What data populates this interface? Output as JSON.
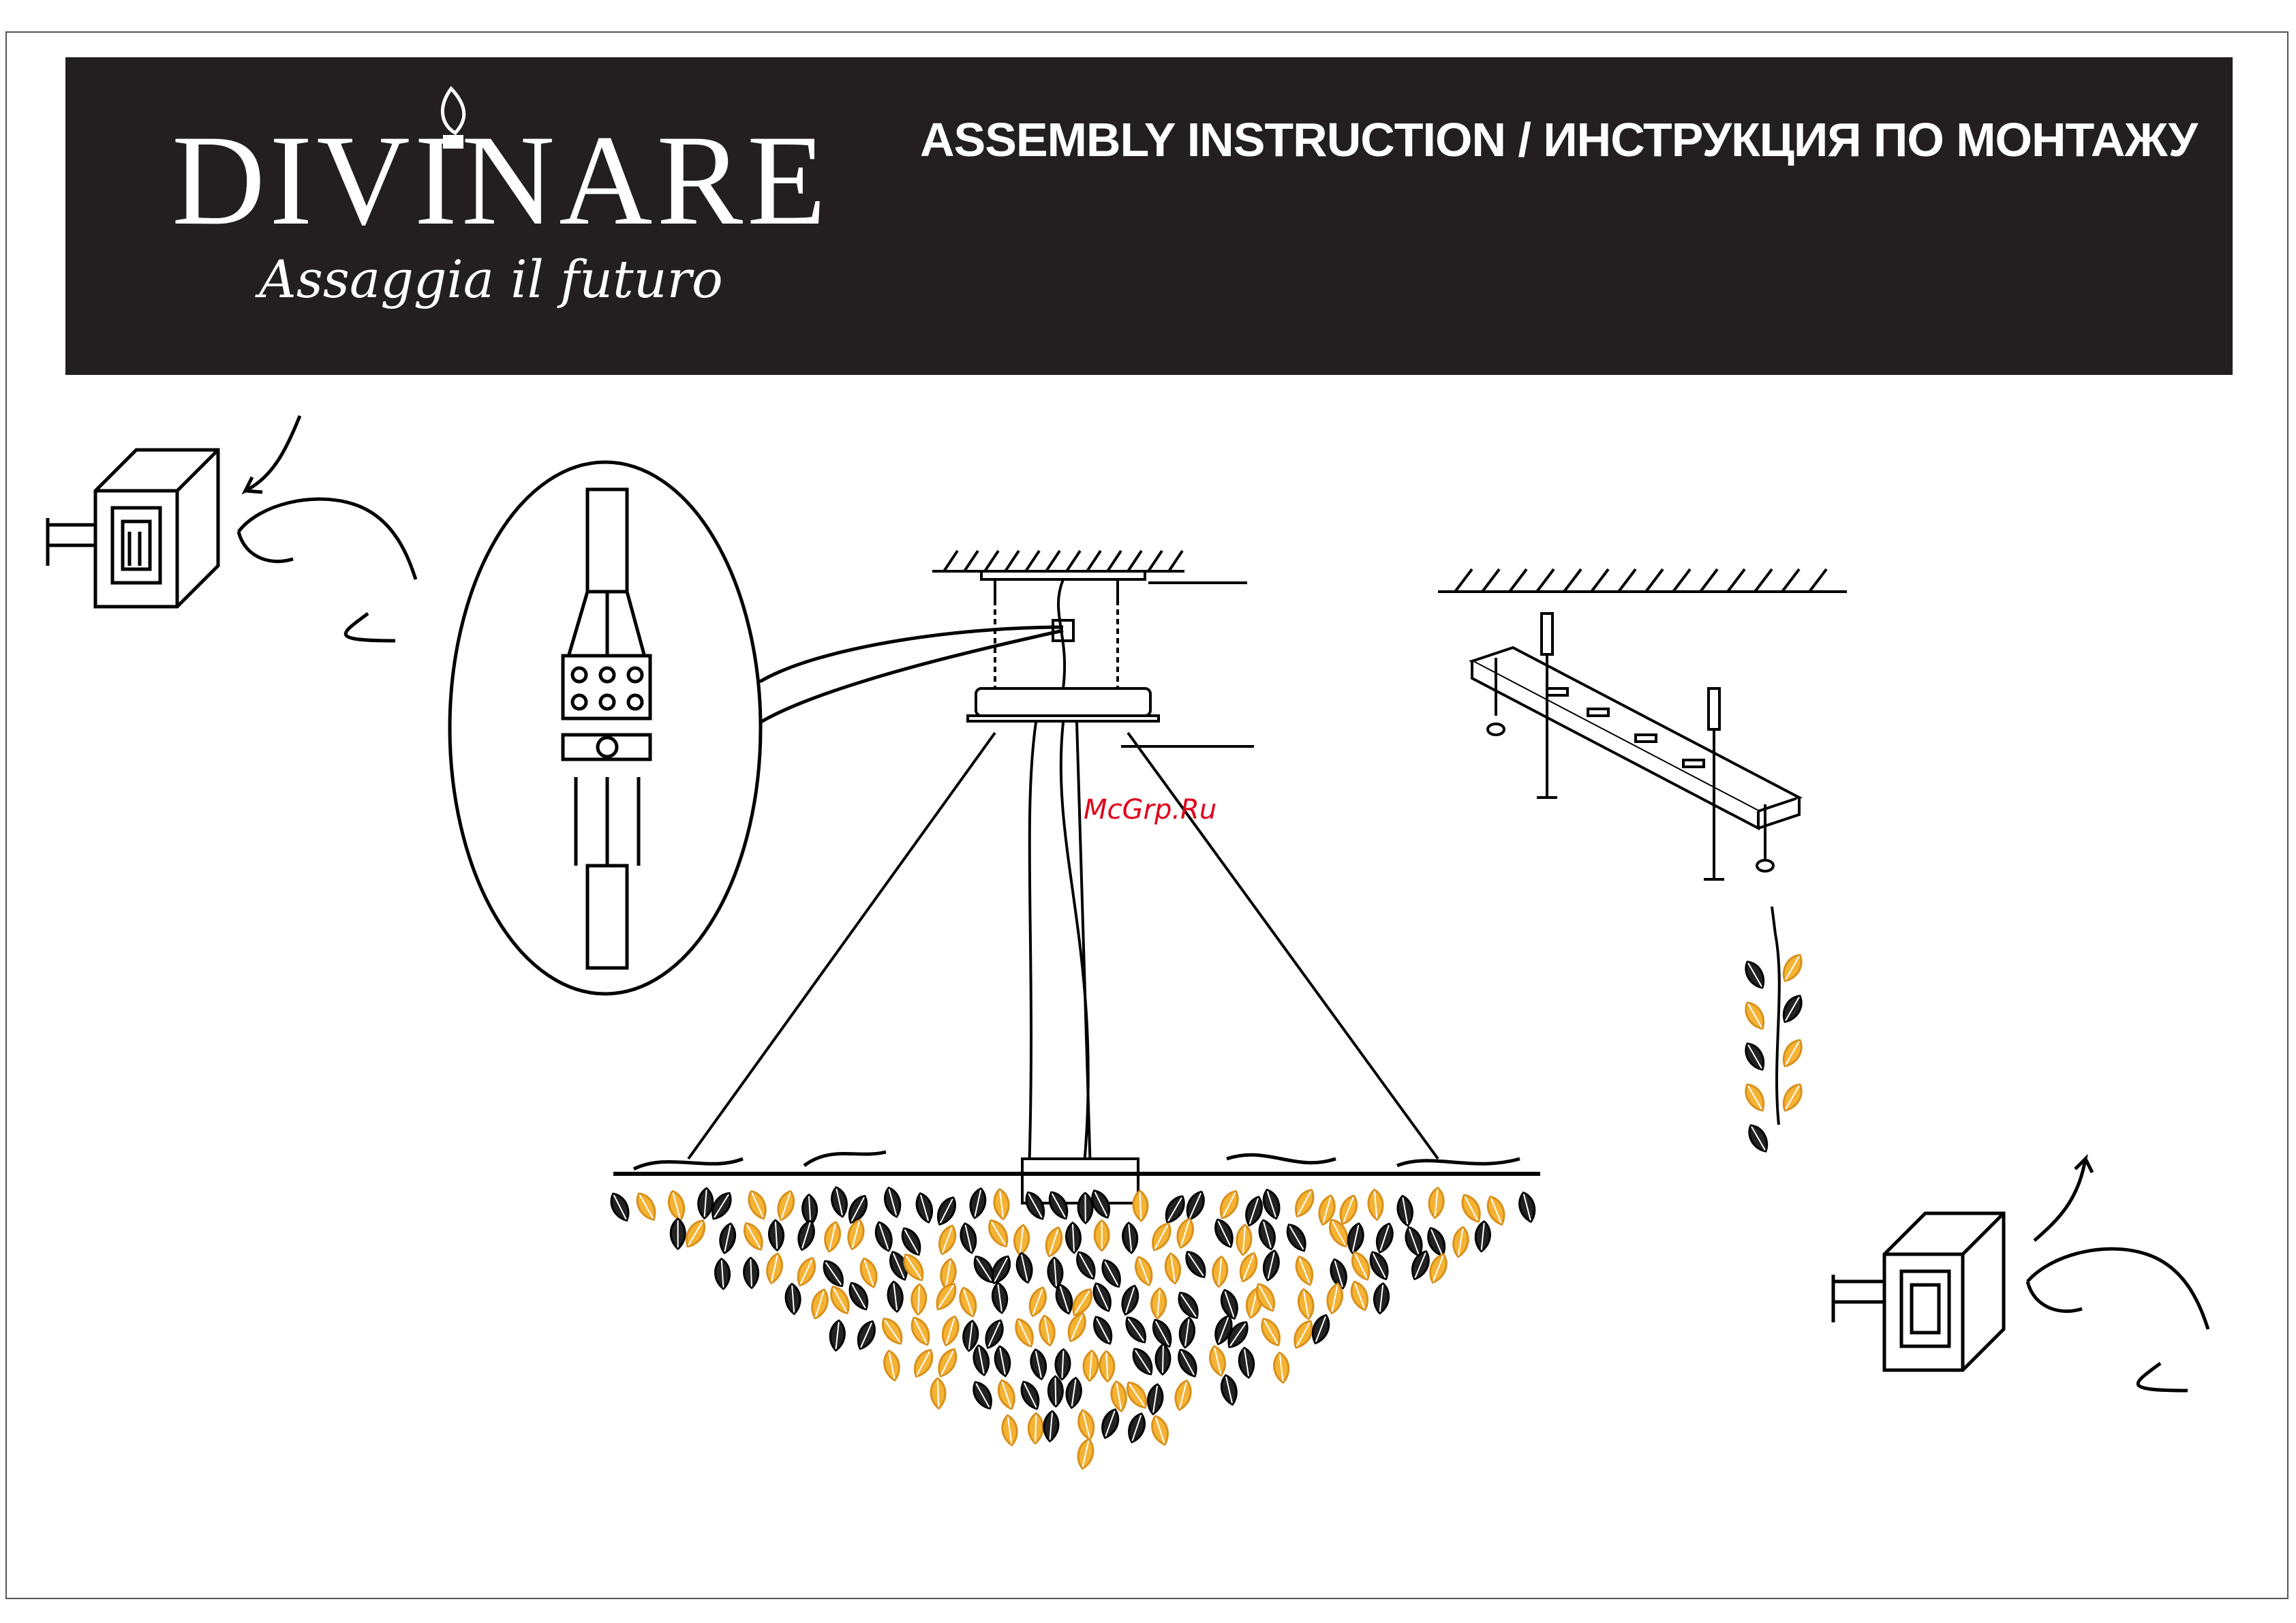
{
  "header": {
    "brand_name": "DIVINARE",
    "tagline": "Assaggia il futuro",
    "document_title": "ASSEMBLY INSTRUCTION / ИНСТРУКЦИЯ ПО МОНТАЖУ"
  },
  "watermark": {
    "text": "McGrp.Ru"
  },
  "colors": {
    "banner_background": "#231f20",
    "banner_text": "#ffffff",
    "line_art": "#000000",
    "leaf_accent": "#f5b335",
    "watermark": "#e0001b"
  },
  "icons": [
    "power-switch-off-icon",
    "power-switch-on-icon",
    "terminal-block-detail-icon",
    "mounting-bracket-icon",
    "chandelier-icon",
    "leaf-pendant-icon"
  ]
}
